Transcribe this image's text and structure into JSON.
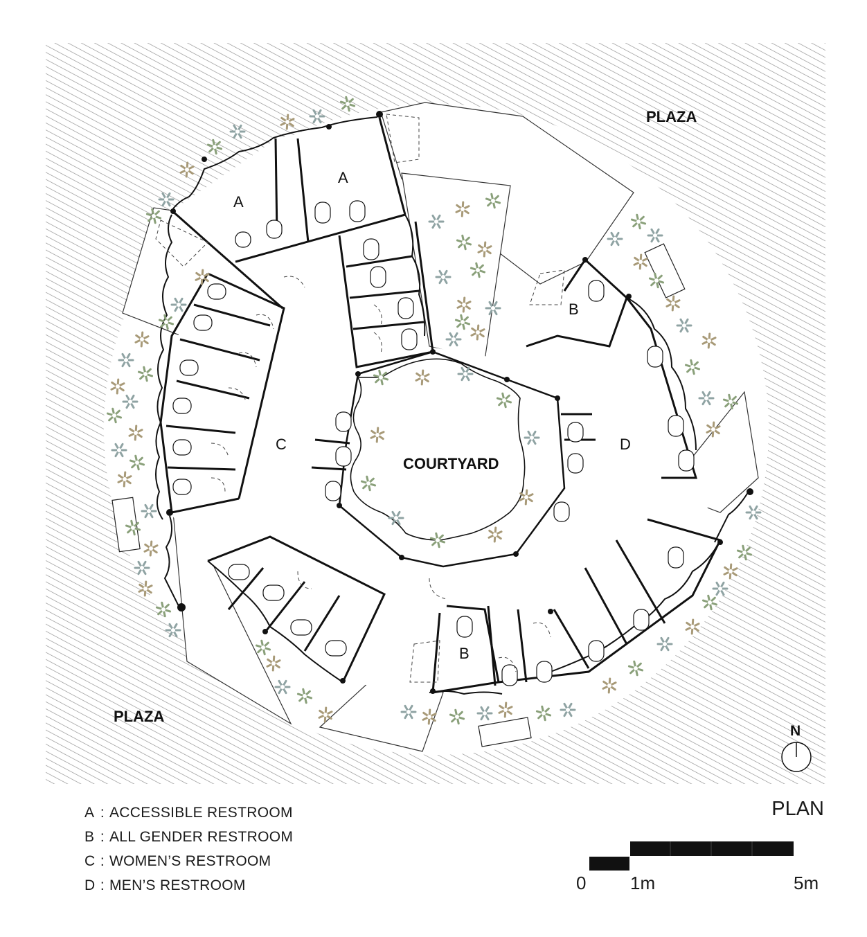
{
  "zones": {
    "plaza_ne": "PLAZA",
    "plaza_sw": "PLAZA",
    "courtyard": "COURTYARD"
  },
  "rooms": {
    "a1": "A",
    "a2": "A",
    "b1": "B",
    "b2": "B",
    "c": "C",
    "d": "D"
  },
  "north": "N",
  "legend": [
    {
      "key": "A",
      "sep": ":",
      "text": "ACCESSIBLE RESTROOM"
    },
    {
      "key": "B",
      "sep": ":",
      "text": "ALL GENDER RESTROOM"
    },
    {
      "key": "C",
      "sep": ":",
      "text": "WOMEN’S RESTROOM"
    },
    {
      "key": "D",
      "sep": ":",
      "text": "MEN’S RESTROOM"
    }
  ],
  "title": "PLAN",
  "scale": {
    "zero": "0",
    "one": "1m",
    "five": "5m"
  },
  "colors": {
    "ink": "#111111",
    "hatch": "#8c8c8c",
    "plant_green": "#8aa07a",
    "plant_tan": "#a89a78",
    "plant_grey": "#8fa3a3"
  }
}
